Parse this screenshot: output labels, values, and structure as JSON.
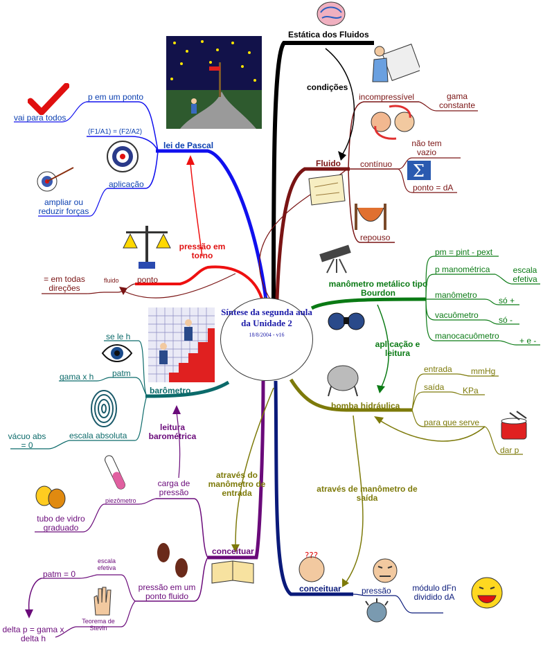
{
  "center": {
    "title": "Síntese da segunda aula da Unidade 2",
    "date": "18/8/2004 - v16"
  },
  "branches": {
    "estatica": {
      "title": "Estática dos Fluidos",
      "condicoes": "condições"
    },
    "pascal": {
      "title": "lei  de Pascal",
      "p_ponto": "p em um ponto",
      "vai_todos": "vai para todos",
      "formula": "(F1/A1) = (F2/A2)",
      "aplicacao": "aplicação",
      "ampliar": "ampliar ou reduzir forças"
    },
    "pressao_torno": {
      "title": "pressão em torno",
      "ponto": "ponto",
      "fluido": "fluido",
      "todas": "= em todas direções"
    },
    "fluido": {
      "title": "Fluido",
      "incompressivel": "incompressível",
      "gama": "gama constante",
      "continuo": "contínuo",
      "vazio": "não tem vazio",
      "ponto_da": "ponto = dA",
      "repouso": "repouso"
    },
    "manometro": {
      "title": "manômetro metálico tipo Bourdon",
      "pm": "pm = pint - pext",
      "p_man": "p manométrica",
      "escala": "escala efetiva",
      "man": "manômetro",
      "so_mais": "só +",
      "vac": "vacuômetro",
      "so_menos": "só -",
      "manovac": "manocacuômetro",
      "mais_menos": "+ e -",
      "aplicacao": "aplicação e leitura"
    },
    "bomba": {
      "title": "bomba hidráulica",
      "entrada": "entrada",
      "mmhg": "mmHg",
      "saida": "saída",
      "kpa": "KPa",
      "serve": "para que serve",
      "dar_p": "dar p",
      "atraves_entrada": "através do manômetro de entrada",
      "atraves_saida": "através de manômetro de saída"
    },
    "barometro": {
      "title": "barômetro",
      "se_le": "se le h",
      "patm": "patm",
      "gama_h": "gama x h",
      "abs": "escala absoluta",
      "vacuo": "vácuo abs = 0",
      "leitura": "leitura barométrica"
    },
    "conceituar_left": {
      "title": "conceituar",
      "carga": "carga de pressão",
      "piezo": "piezômetro",
      "tubo": "tubo de vidro graduado",
      "pressao_ponto": "pressão em um ponto fluido",
      "escala_ef": "escala efetiva",
      "patm0": "patm = 0",
      "stevin": "Teorema de Stevin",
      "delta": "delta p = gama x delta h"
    },
    "conceituar_right": {
      "title": "conceituar",
      "pressao": "pressão",
      "modulo": "módulo dFn dividido dA"
    }
  },
  "colors": {
    "black": "#000000",
    "blue": "#1010ee",
    "red": "#ee1010",
    "maroon": "#7a1414",
    "green": "#0a7a14",
    "olive": "#7d7a0a",
    "teal": "#0b6a6a",
    "purple": "#6a0a7a",
    "navy": "#0a1a7a"
  },
  "icons": [
    "brain-icon",
    "engineer-icon",
    "night-road-icon",
    "checkmark-icon",
    "target-icon",
    "scales-icon",
    "people-arguing-icon",
    "map-icon",
    "sigma-icon",
    "hammock-icon",
    "telescope-icon",
    "binoculars-icon",
    "rock-figure-icon",
    "cooking-pot-icon",
    "stairs-chart-icon",
    "eye-icon",
    "fingerprint-icon",
    "test-tube-icon",
    "theater-masks-icon",
    "footprints-icon",
    "open-book-icon",
    "hand-icon",
    "confused-face-icon",
    "angry-face-icon",
    "laughing-face-icon",
    "pressure-ball-icon"
  ]
}
